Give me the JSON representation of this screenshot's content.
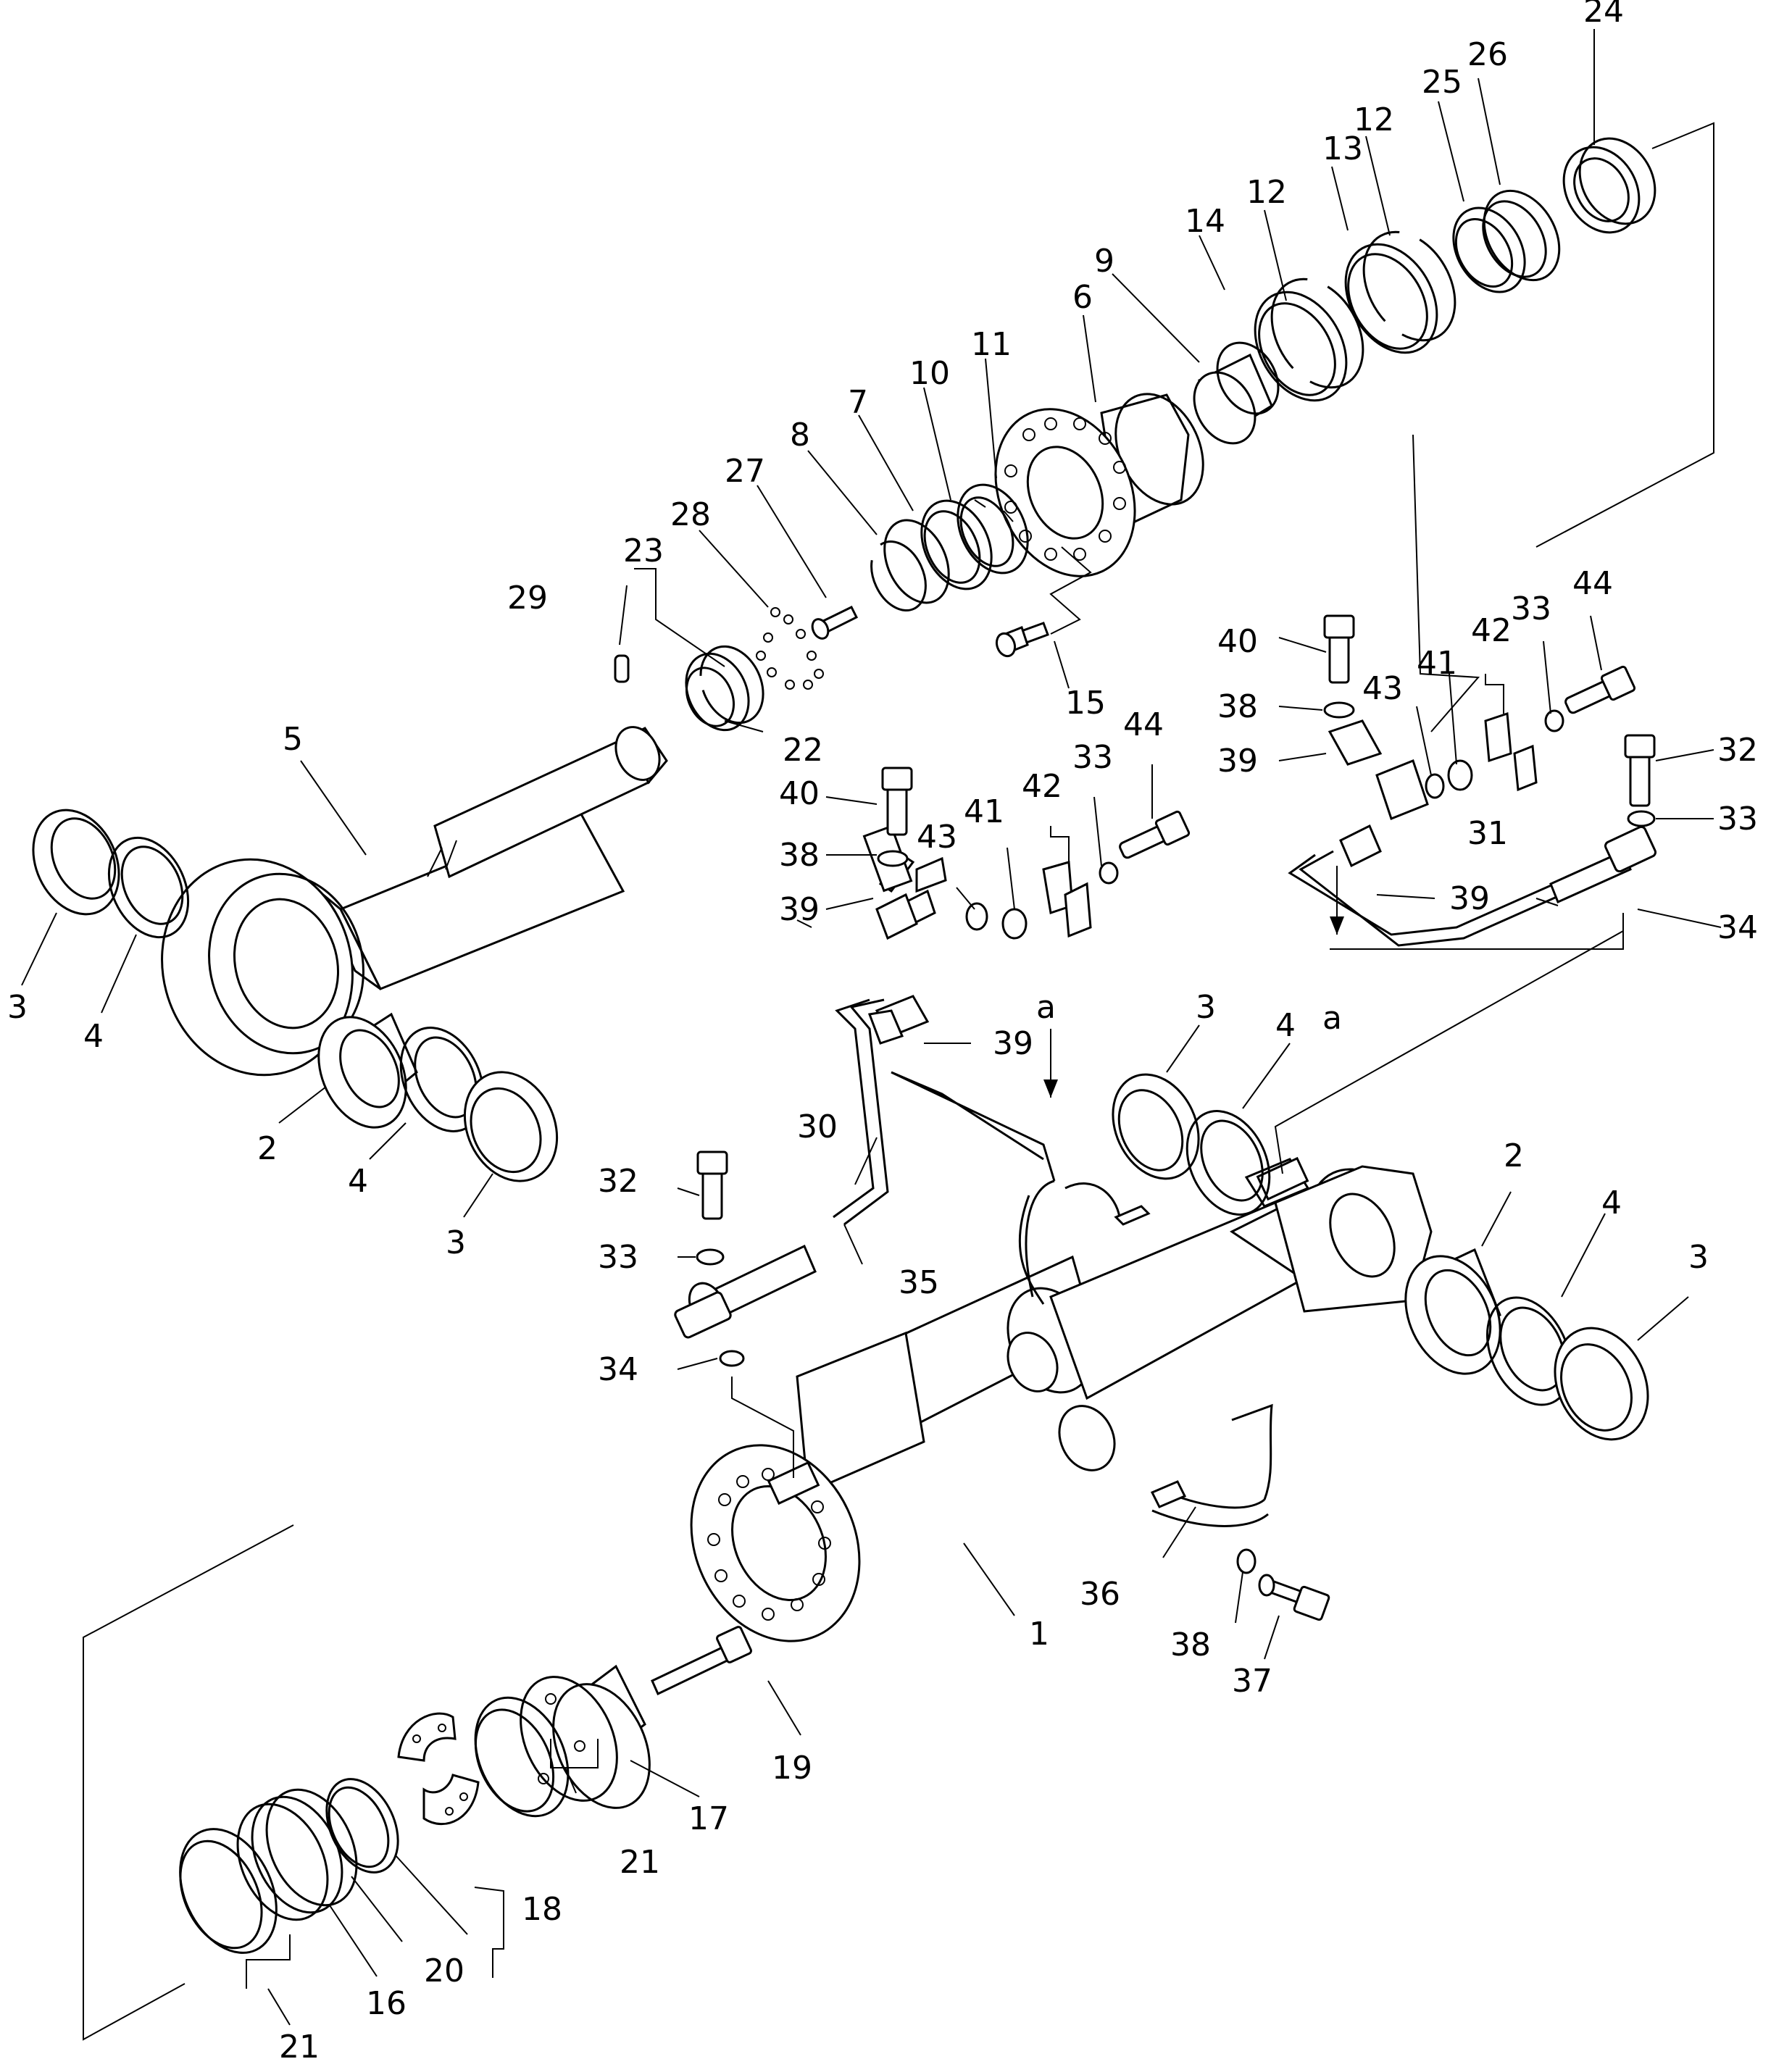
{
  "callouts": {
    "c1": "1",
    "c2a": "2",
    "c2b": "2",
    "c3a": "3",
    "c3b": "3",
    "c3c": "3",
    "c3d": "3",
    "c4a": "4",
    "c4b": "4",
    "c4c": "4",
    "c4d": "4",
    "c5": "5",
    "c6": "6",
    "c7": "7",
    "c8": "8",
    "c9": "9",
    "c10": "10",
    "c11": "11",
    "c12a": "12",
    "c12b": "12",
    "c13": "13",
    "c14": "14",
    "c15": "15",
    "c16": "16",
    "c17": "17",
    "c18": "18",
    "c19": "19",
    "c20": "20",
    "c21a": "21",
    "c21b": "21",
    "c22": "22",
    "c23": "23",
    "c24": "24",
    "c25": "25",
    "c26": "26",
    "c27": "27",
    "c28": "28",
    "c29": "29",
    "c30": "30",
    "c31": "31",
    "c32a": "32",
    "c32b": "32",
    "c33a": "33",
    "c33b": "33",
    "c33c": "33",
    "c33d": "33",
    "c34a": "34",
    "c34b": "34",
    "c35": "35",
    "c36": "36",
    "c37": "37",
    "c38a": "38",
    "c38b": "38",
    "c38c": "38",
    "c39a": "39",
    "c39b": "39",
    "c39c": "39",
    "c39d": "39",
    "c40a": "40",
    "c40b": "40",
    "c41a": "41",
    "c41b": "41",
    "c42a": "42",
    "c42b": "42",
    "c43a": "43",
    "c43b": "43",
    "c44a": "44",
    "c44b": "44",
    "viewA1": "a",
    "viewA2": "a"
  }
}
